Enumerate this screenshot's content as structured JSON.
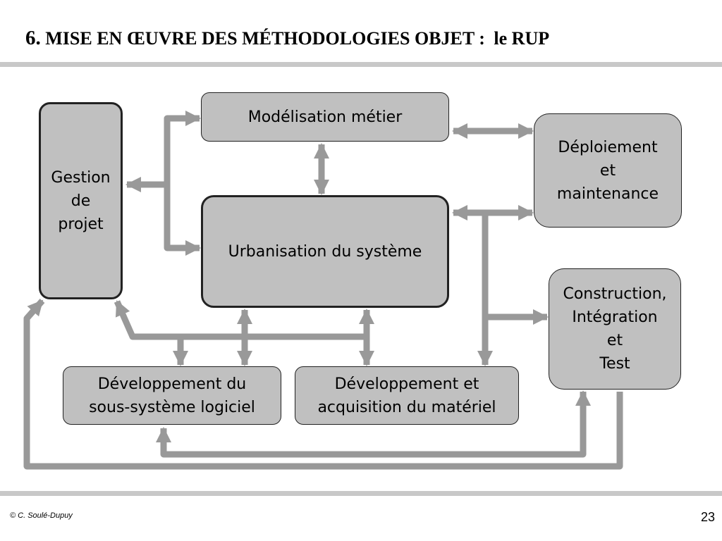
{
  "slide": {
    "title_number": "6.",
    "title_main": "MISE EN ŒUVRE DES MÉTHODOLOGIES OBJET :",
    "title_sub": "le RUP",
    "copyright": "© C. Soulé-Dupuy",
    "page_number": "23"
  },
  "diagram": {
    "arrow_color": "#999999",
    "box_fill": "#c0c0c0",
    "boxes": {
      "gestion": "Gestion\nde\nprojet",
      "modelisation": "Modélisation métier",
      "urbanisation": "Urbanisation du système",
      "deploiement": "Déploiement\net\nmaintenance",
      "construction": "Construction,\nIntégration\net\nTest",
      "dev_logiciel": "Développement du\nsous-système logiciel",
      "dev_materiel": "Développement et\nacquisition du matériel"
    }
  }
}
